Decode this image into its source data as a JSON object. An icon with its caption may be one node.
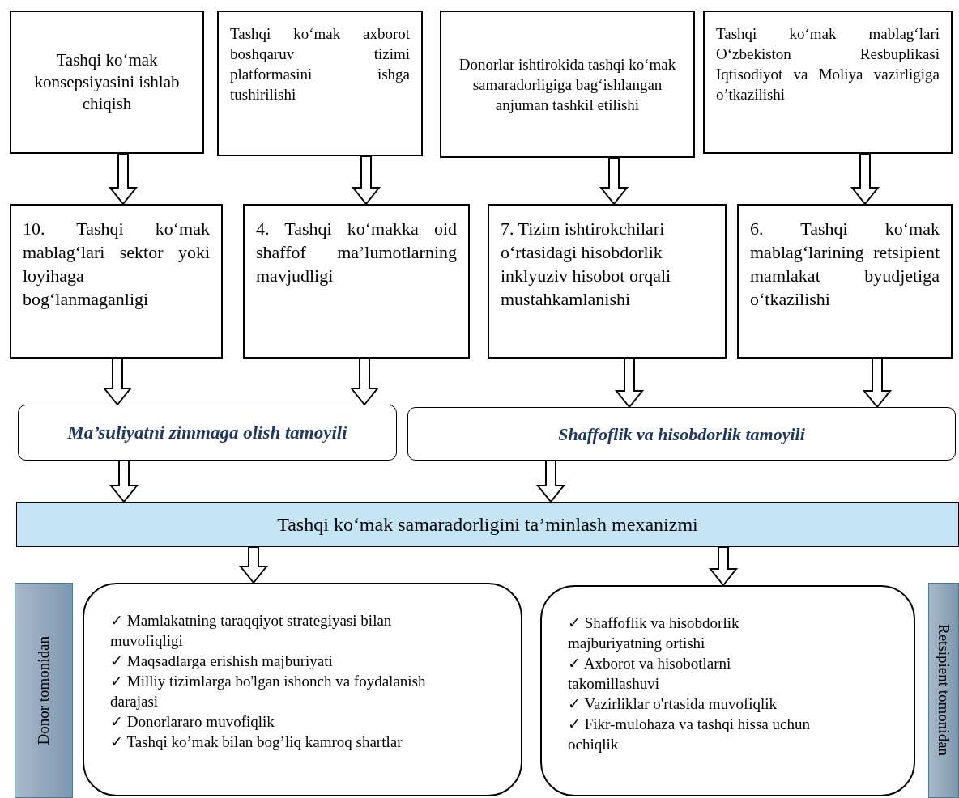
{
  "diagram": {
    "nodes": [
      {
        "text": [
          "Tashqi ko‘mak konsepsiyasini ishlab chiqish"
        ]
      },
      {
        "text": [
          "Tashqi ko‘mak axborot boshqaruv tizimi platformasini ishga tushirilishi"
        ]
      },
      {
        "text": [
          "Donorlar ishtirokida tashqi ko‘mak samaradorligiga bag‘ishlangan anjuman tashkil etilishi"
        ]
      },
      {
        "text": [
          "Tashqi ko‘mak mablag‘lari O‘zbekiston Resbuplikasi Iqtisodiyot va Moliya vazirligiga o’tkazilishi"
        ]
      },
      {
        "text": [
          "10. Tashqi ko‘mak mablag‘lari sektor yoki loyihaga bog‘lanmaganligi"
        ]
      },
      {
        "text": [
          "4. Tashqi ko‘makka oid shaffof ma’lumotlarning mavjudligi"
        ]
      },
      {
        "text": [
          "7. Tizim ishtirokchilari o‘rtasidagi hisobdorlik inklyuziv hisobot orqali mustahkamlanishi"
        ]
      },
      {
        "text": [
          "6. Tashqi ko‘mak mablag‘larining retsipient mamlakat byudjetiga o‘tkazilishi"
        ]
      },
      {
        "text": [
          "Ma’suliyatni zimmaga olish tamoyili"
        ]
      },
      {
        "text": [
          "Shaffoflik va hisobdorlik tamoyili"
        ]
      },
      {
        "text": [
          "Tashqi ko‘mak samaradorligini ta’minlash mexanizmi"
        ]
      },
      {
        "text": [
          "Donor tomonidan"
        ]
      },
      {
        "text": [
          "✓ Mamlakatning taraqqiyot strategiyasi  bilan muvofiqligi",
          "✓ Maqsadlarga erishish majburiyati",
          "✓ Milliy tizimlarga bo'lgan ishonch va foydalanish darajasi",
          "✓ Donorlararo muvofiqlik",
          "✓ Tashqi ko’mak bilan bog’liq kamroq shartlar"
        ]
      },
      {
        "text": [
          "✓ Shaffoflik va hisobdorlik majburiyatning ortishi",
          "✓ Axborot va hisobotlarni takomillashuvi",
          "✓ Vazirliklar o'rtasida muvofiqlik",
          "✓ Fikr-mulohaza va tashqi hissa uchun ochiqlik"
        ]
      },
      {
        "text": [
          "Retsipient tomonidan"
        ]
      }
    ],
    "edges": [
      {
        "from": 0,
        "to": 4,
        "arrow": "to"
      },
      {
        "from": 1,
        "to": 5,
        "arrow": "to"
      },
      {
        "from": 2,
        "to": 6,
        "arrow": "to"
      },
      {
        "from": 3,
        "to": 7,
        "arrow": "to"
      },
      {
        "from": 4,
        "to": 8,
        "arrow": "to"
      },
      {
        "from": 5,
        "to": 8,
        "arrow": "to"
      },
      {
        "from": 6,
        "to": 9,
        "arrow": "to"
      },
      {
        "from": 7,
        "to": 9,
        "arrow": "to"
      },
      {
        "from": 8,
        "to": 10,
        "arrow": "to"
      },
      {
        "from": 9,
        "to": 10,
        "arrow": "to"
      },
      {
        "from": 10,
        "to": 12,
        "arrow": "to"
      },
      {
        "from": 10,
        "to": 13,
        "arrow": "to"
      }
    ]
  }
}
